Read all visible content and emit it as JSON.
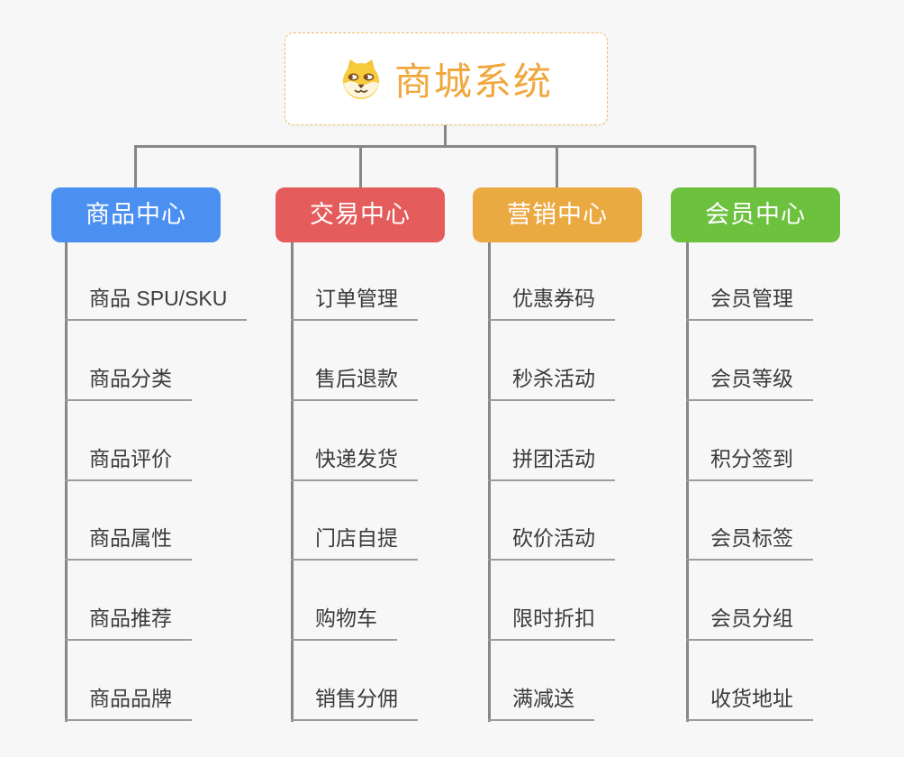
{
  "root": {
    "title": "商城系统",
    "icon": "dog-face-icon"
  },
  "branches": [
    {
      "label": "商品中心",
      "color": "#4b90f0",
      "items": [
        "商品 SPU/SKU",
        "商品分类",
        "商品评价",
        "商品属性",
        "商品推荐",
        "商品品牌"
      ]
    },
    {
      "label": "交易中心",
      "color": "#e45c5b",
      "items": [
        "订单管理",
        "售后退款",
        "快递发货",
        "门店自提",
        "购物车",
        "销售分佣"
      ]
    },
    {
      "label": "营销中心",
      "color": "#eba942",
      "items": [
        "优惠券码",
        "秒杀活动",
        "拼团活动",
        "砍价活动",
        "限时折扣",
        "满减送"
      ]
    },
    {
      "label": "会员中心",
      "color": "#6cc13f",
      "items": [
        "会员管理",
        "会员等级",
        "积分签到",
        "会员标签",
        "会员分组",
        "收货地址"
      ]
    }
  ],
  "colors": {
    "background": "#f7f7f7",
    "root_border": "#f0bc66",
    "root_title_text": "#f0a73c",
    "connector": "#878787",
    "item_underline": "#9c9c9c",
    "item_text": "#3b3b3b",
    "header_text": "#ffffff"
  }
}
